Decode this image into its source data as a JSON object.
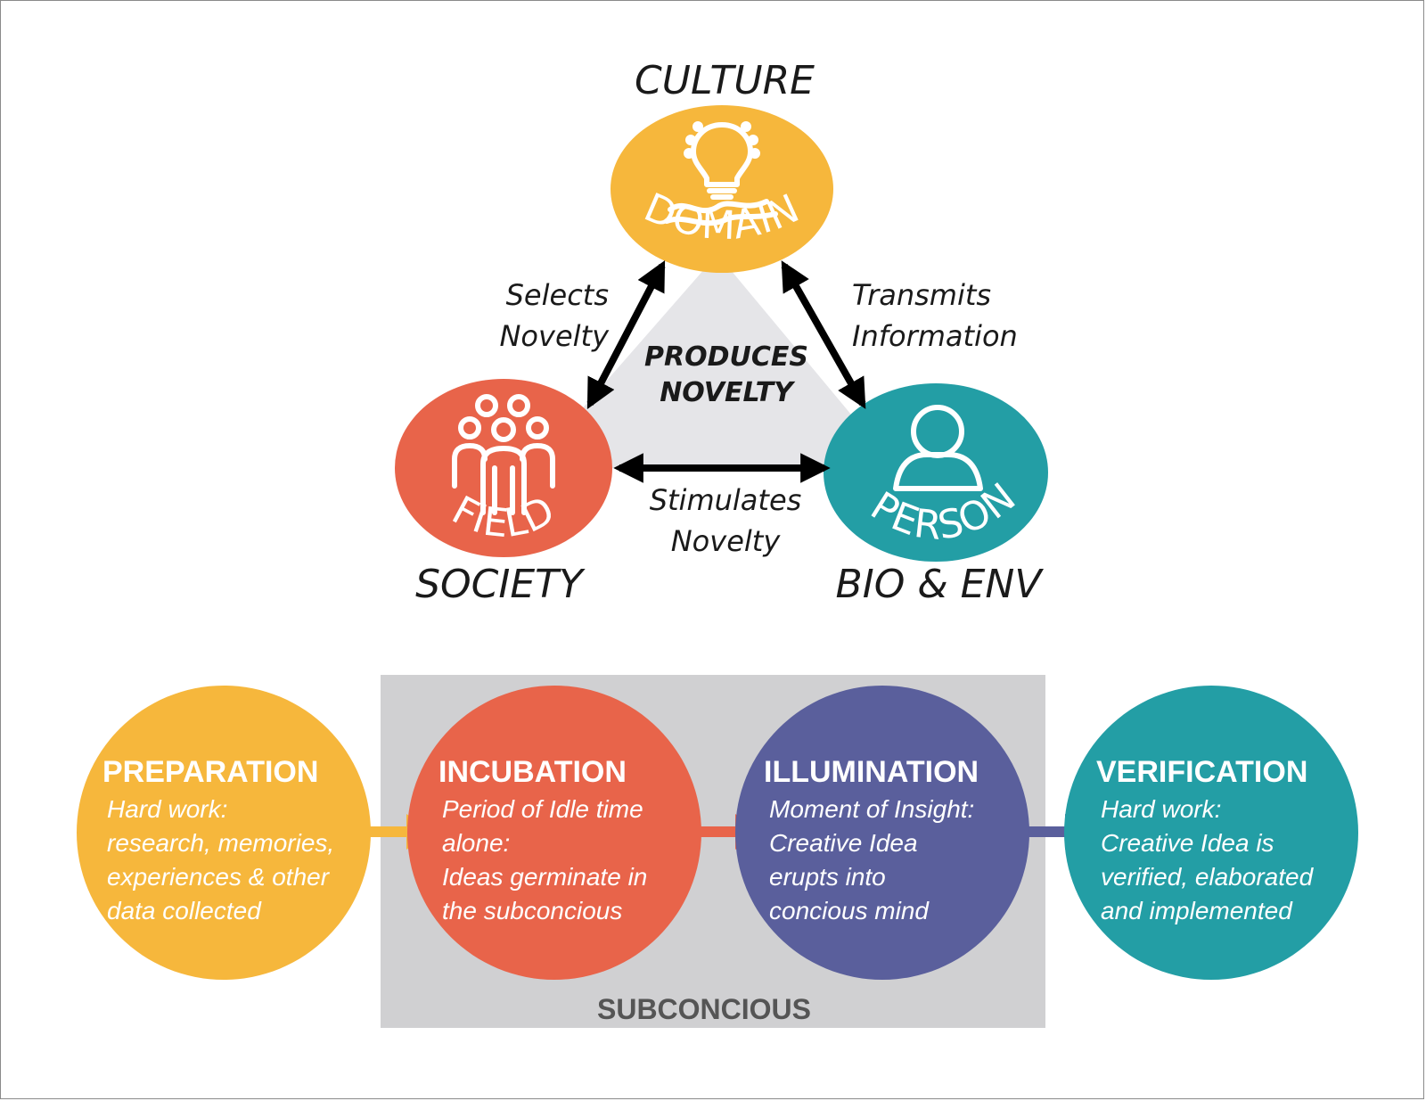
{
  "colors": {
    "domain": "#f6b73c",
    "field": "#e8644a",
    "person": "#239ea5",
    "center": "#e5e5e8",
    "preparation": "#f6b73c",
    "incubation": "#e8644a",
    "illumination": "#5a5f9c",
    "verification": "#239ea5",
    "subconscious_box": "#d0d0d2",
    "subconscious_text": "#555555",
    "arrow": "#000000"
  },
  "systems_model": {
    "domain": {
      "label": "DOMAIN",
      "caption": "CULTURE",
      "icon": "lightbulb-hand-icon"
    },
    "field": {
      "label": "FIELD",
      "caption": "SOCIETY",
      "icon": "group-people-icon"
    },
    "person": {
      "label": "PERSON",
      "caption": "BIO & ENV",
      "icon": "person-icon"
    },
    "center_label_line1": "PRODUCES",
    "center_label_line2": "NOVELTY",
    "relations": {
      "field_domain": [
        "Selects",
        "Novelty"
      ],
      "domain_person": [
        "Transmits",
        "Information"
      ],
      "person_field": [
        "Stimulates",
        "Novelty"
      ]
    }
  },
  "process": {
    "subconscious_label": "SUBCONCIOUS",
    "stages": [
      {
        "title": "PREPARATION",
        "lines": [
          "Hard work:",
          "research, memories,",
          "experiences & other",
          "data collected"
        ]
      },
      {
        "title": "INCUBATION",
        "lines": [
          "Period of Idle time",
          "alone:",
          "Ideas germinate in",
          "the subconcious"
        ]
      },
      {
        "title": "ILLUMINATION",
        "lines": [
          "Moment of Insight:",
          "Creative Idea",
          "erupts into",
          "concious mind"
        ]
      },
      {
        "title": "VERIFICATION",
        "lines": [
          "Hard work:",
          "Creative Idea is",
          "verified, elaborated",
          "and implemented"
        ]
      }
    ]
  }
}
